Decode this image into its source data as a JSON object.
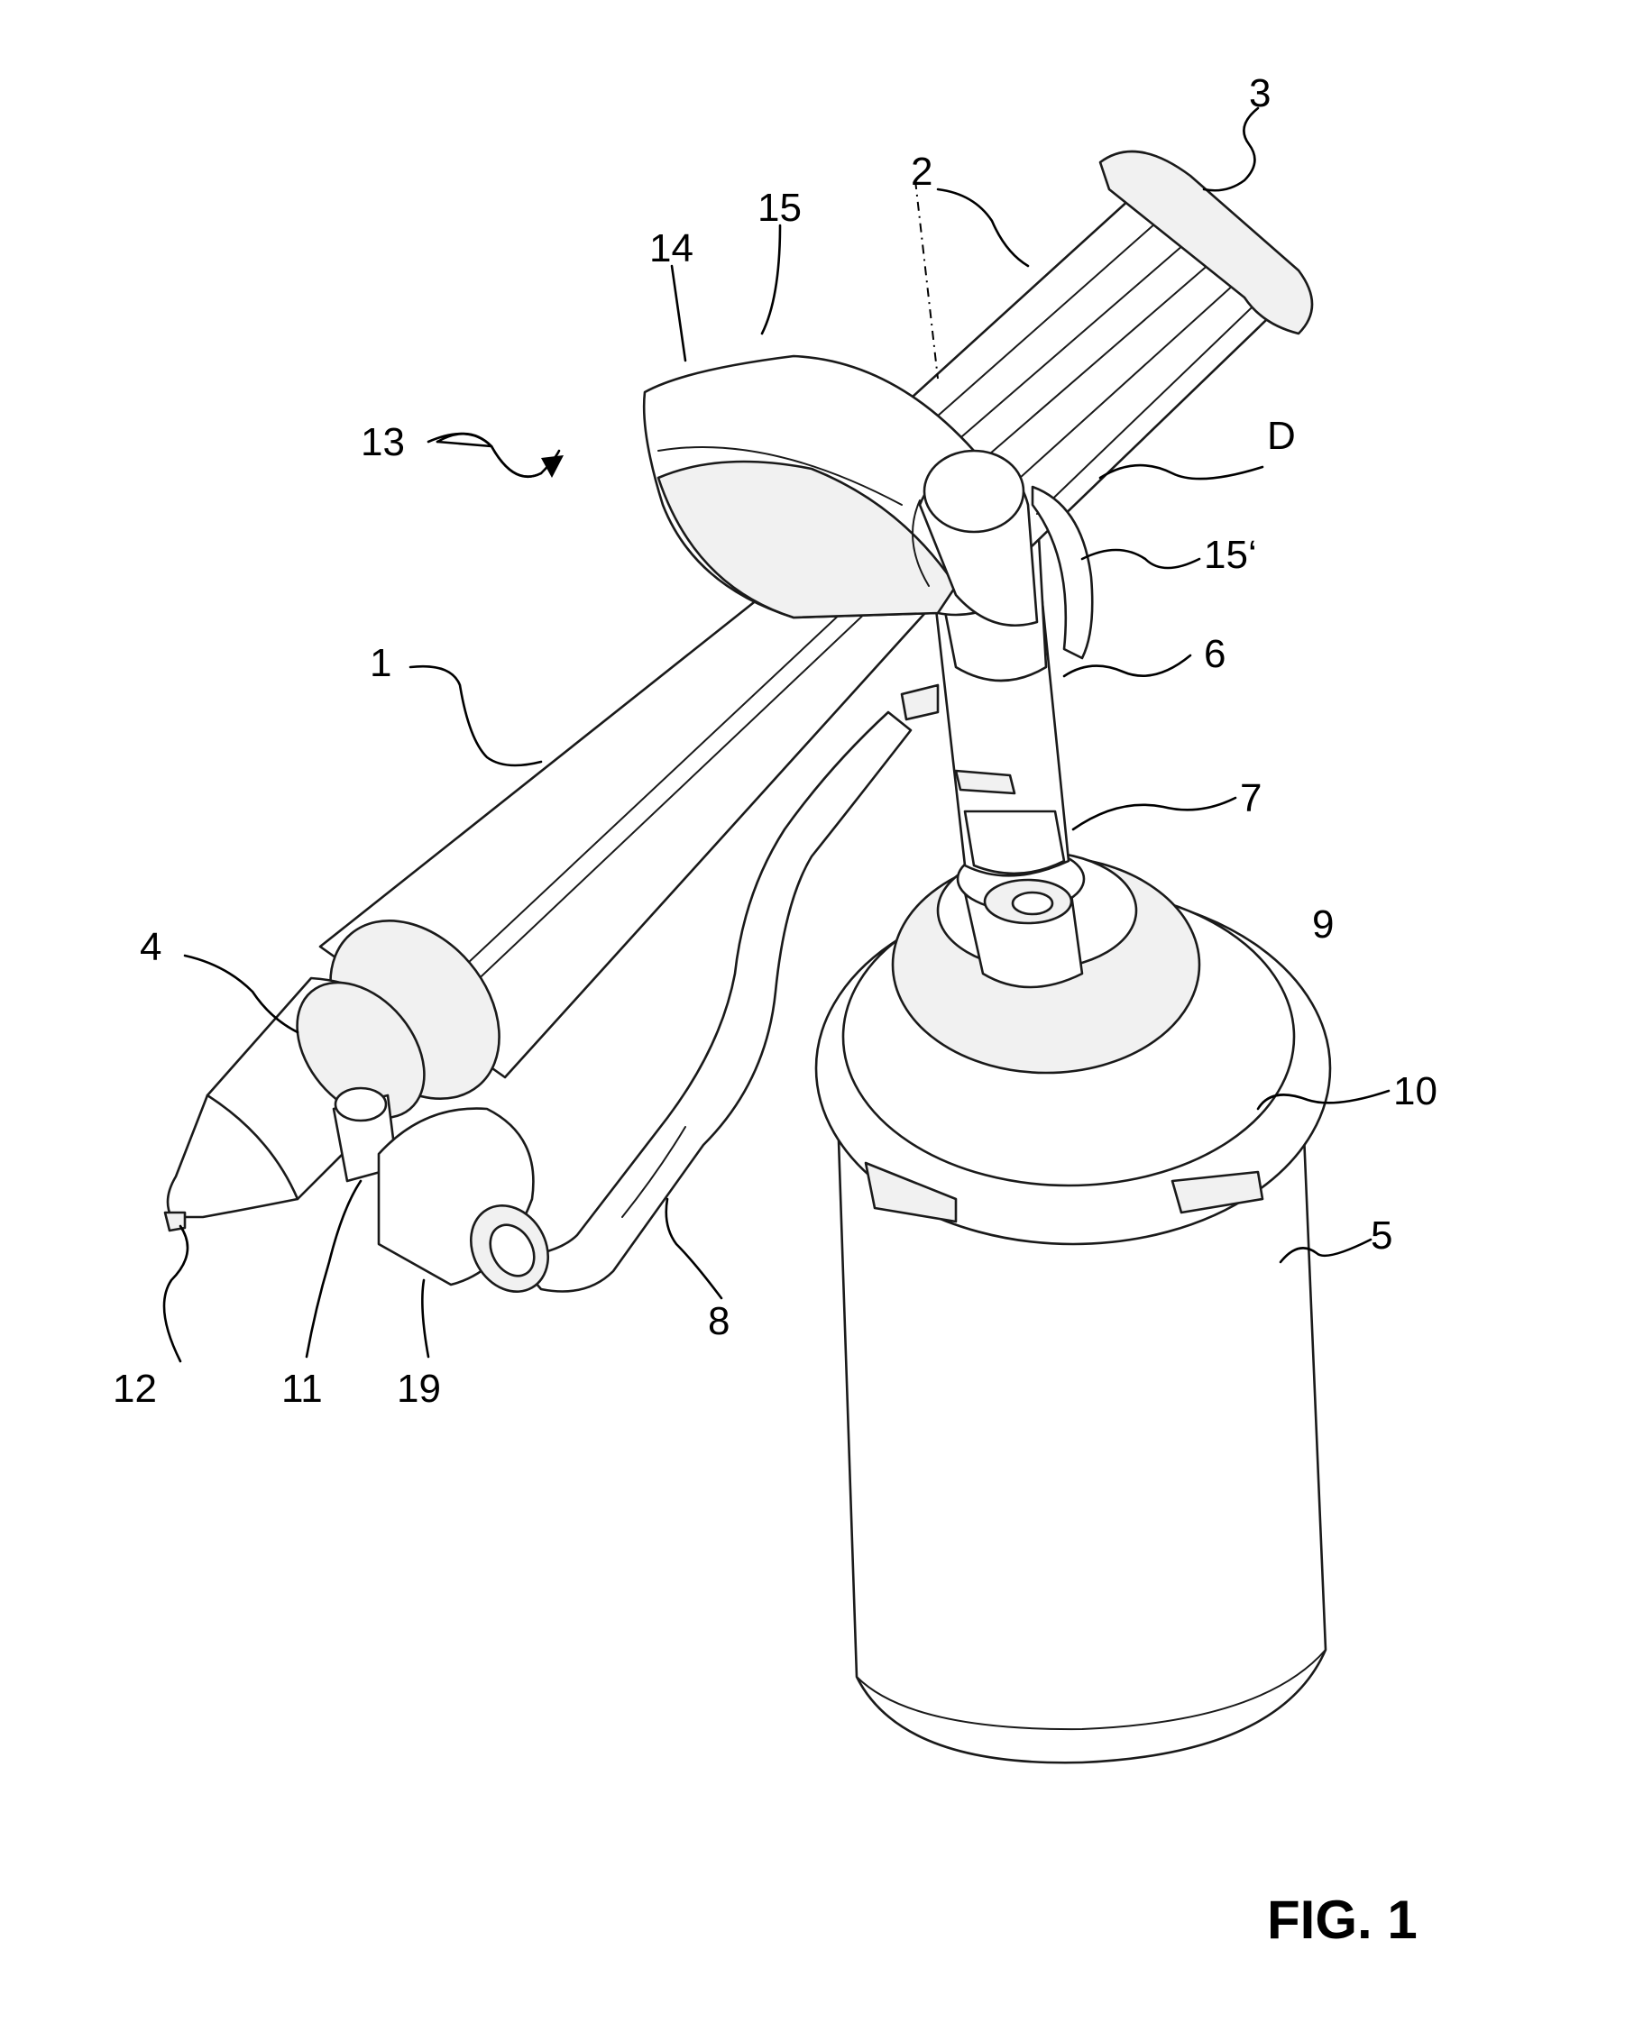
{
  "figure": {
    "caption": "FIG. 1",
    "labels": {
      "l1": "1",
      "l2": "2",
      "l3": "3",
      "l4": "4",
      "l5": "5",
      "l6": "6",
      "l7": "7",
      "l8": "8",
      "l9": "9",
      "l10": "10",
      "l11": "11",
      "l12": "12",
      "l13": "13",
      "l14": "14",
      "l15": "15",
      "l15p": "15‘",
      "l19": "19",
      "lD": "D"
    }
  }
}
